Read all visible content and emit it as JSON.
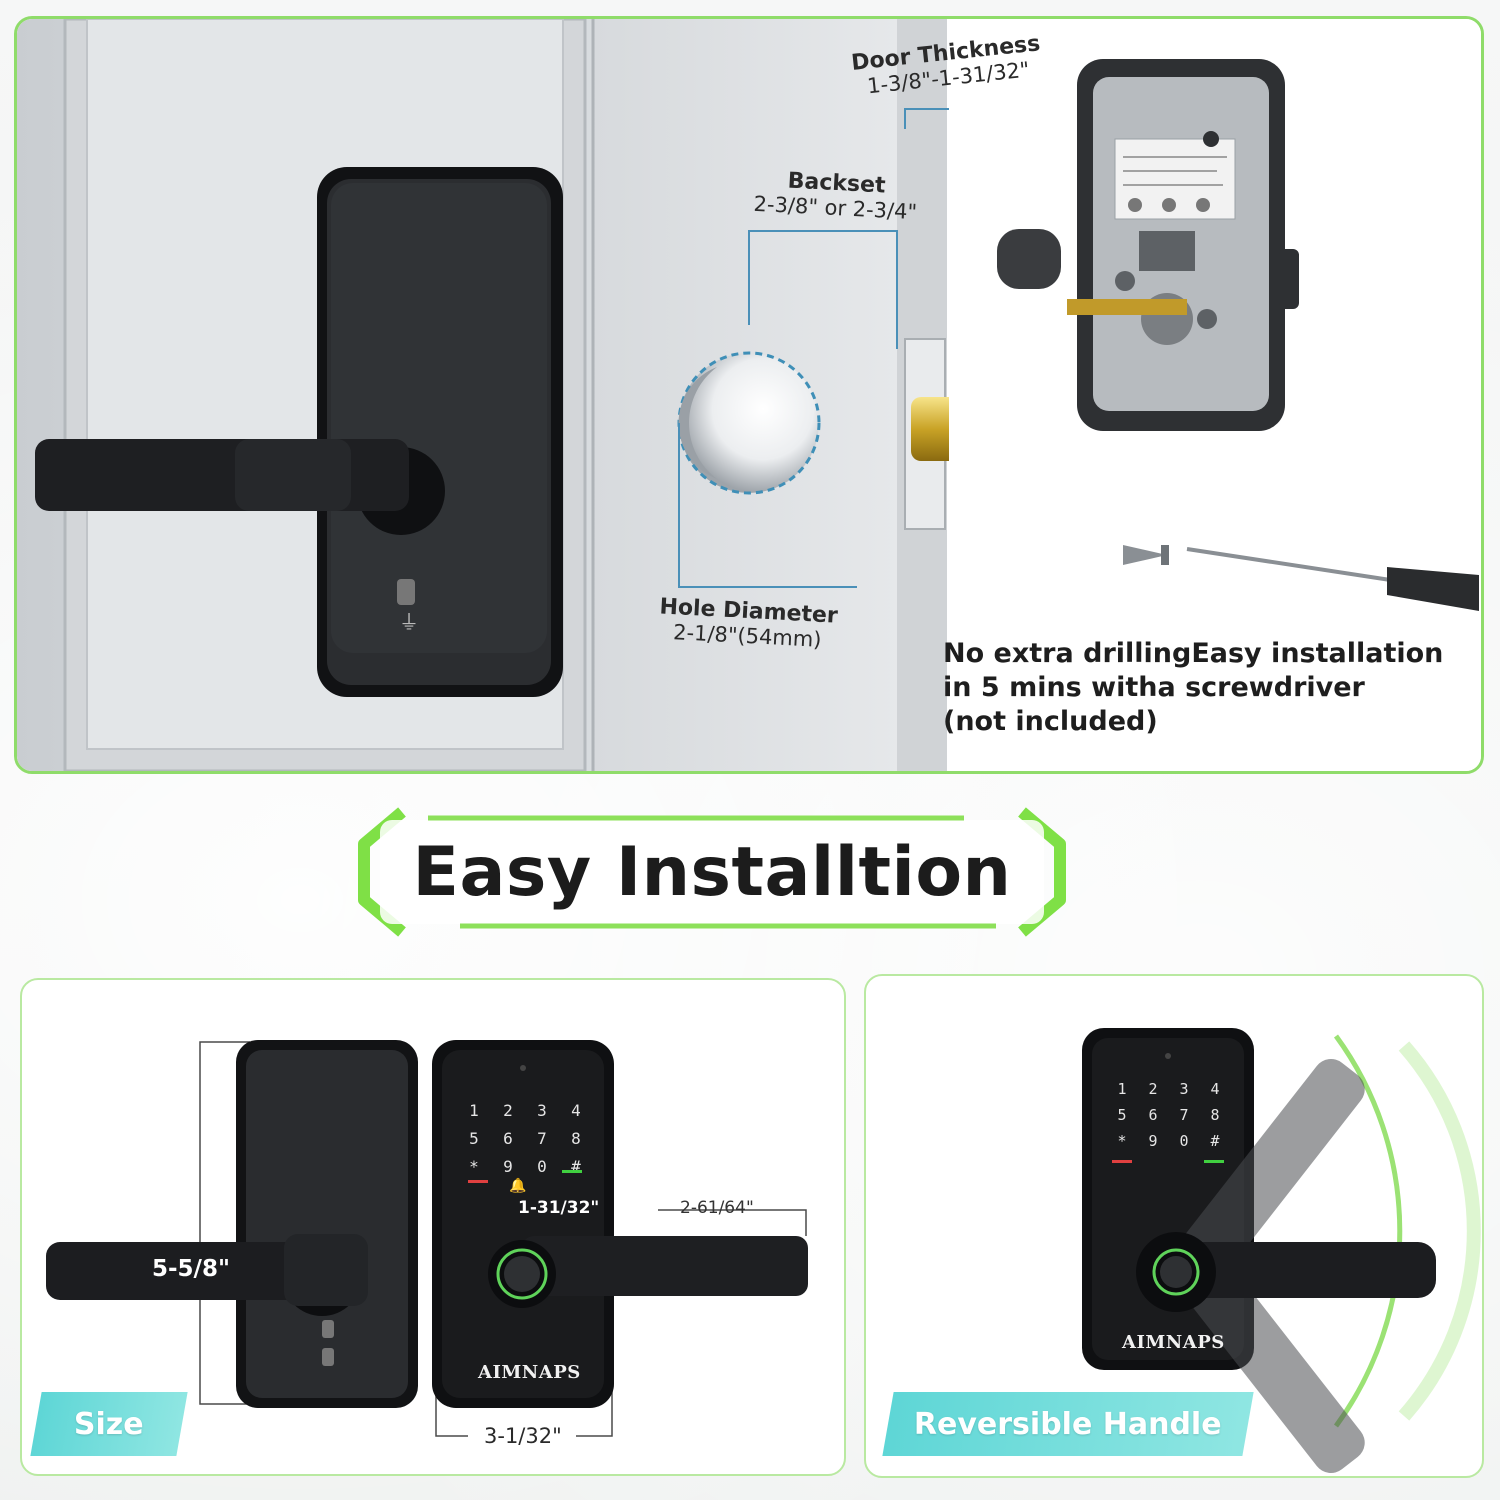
{
  "top_panel": {
    "door_thickness": {
      "title": "Door Thickness",
      "value": "1-3/8\"-1-31/32\""
    },
    "backset": {
      "title": "Backset",
      "value": "2-3/8\" or 2-3/4\""
    },
    "hole_diameter": {
      "title": "Hole Diameter",
      "value": "2-1/8\"(54mm)"
    },
    "install_note": [
      "No extra drillingEasy installation",
      "in 5 mins witha screwdriver",
      "(not included)"
    ]
  },
  "headline": "Easy Installtion",
  "size_panel": {
    "tag": "Size",
    "handle_length": "5-5/8\"",
    "depth": "1-31/32\"",
    "projection": "2-61/64\"",
    "width": "3-1/32\"",
    "brand": "AIMNAPS",
    "keypad_keys": [
      "1",
      "2",
      "3",
      "4",
      "5",
      "6",
      "7",
      "8",
      "*",
      "9",
      "0",
      "#"
    ]
  },
  "reversible_panel": {
    "tag": "Reversible Handle",
    "brand": "AIMNAPS",
    "keypad_keys": [
      "1",
      "2",
      "3",
      "4",
      "5",
      "6",
      "7",
      "8",
      "*",
      "9",
      "0",
      "#"
    ]
  },
  "colors": {
    "accent_green": "#8fdc6a",
    "tag_cyan": "#5ed6d6",
    "lock_body": "#1b1b1d",
    "fingerprint_ring": "#5fd35a"
  }
}
